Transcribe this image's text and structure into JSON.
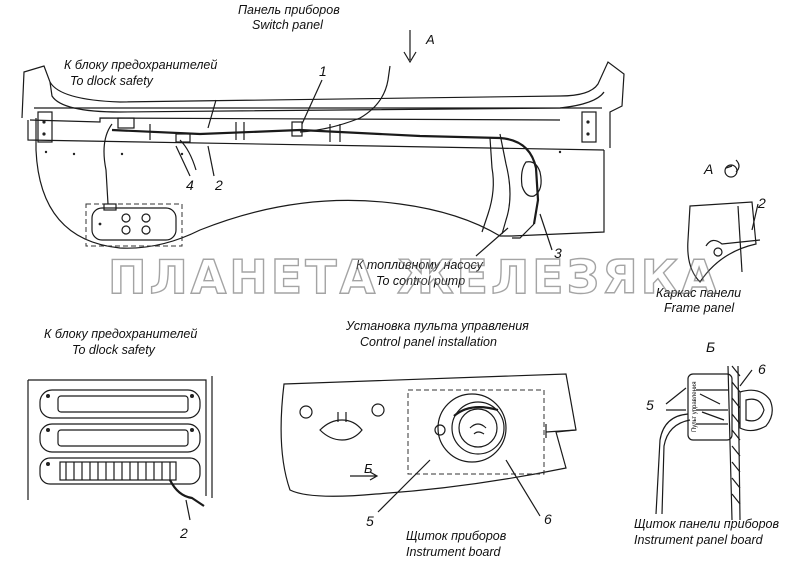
{
  "labels": {
    "switch_panel_ru": "Панель приборов",
    "switch_panel_en": "Switch panel",
    "view_a": "A",
    "fuse_block_top_ru": "К блоку предохранителей",
    "fuse_block_top_en": "To dlock safety",
    "fuel_pump_ru": "К топливному насосу",
    "fuel_pump_en": "To control pump",
    "view_a_rotated": "A",
    "frame_panel_ru": "Каркас панели",
    "frame_panel_en": "Frame  panel",
    "fuse_block_bottom_ru": "К блоку предохранителей",
    "fuse_block_bottom_en": "To dlock safety",
    "control_install_ru": "Установка пульта управления",
    "control_install_en": "Control panel installation",
    "view_b_arrow": "Б",
    "view_b_title": "Б",
    "instrument_board_ru": "Щиток приборов",
    "instrument_board_en": "Instrument board",
    "instrument_panel_board_ru": "Щиток панели приборов",
    "instrument_panel_board_en": "Instrument panel board"
  },
  "callouts": {
    "n1": "1",
    "n2_top": "2",
    "n4": "4",
    "n3": "3",
    "n2_frame": "2",
    "n2_fuse": "2",
    "n5_install": "5",
    "n6_install": "6",
    "n5_side": "5",
    "n6_side": "6"
  },
  "device_label": "Пульт управления",
  "watermark": "ПЛАНЕТА ЖЕЛЕЗЯКА"
}
